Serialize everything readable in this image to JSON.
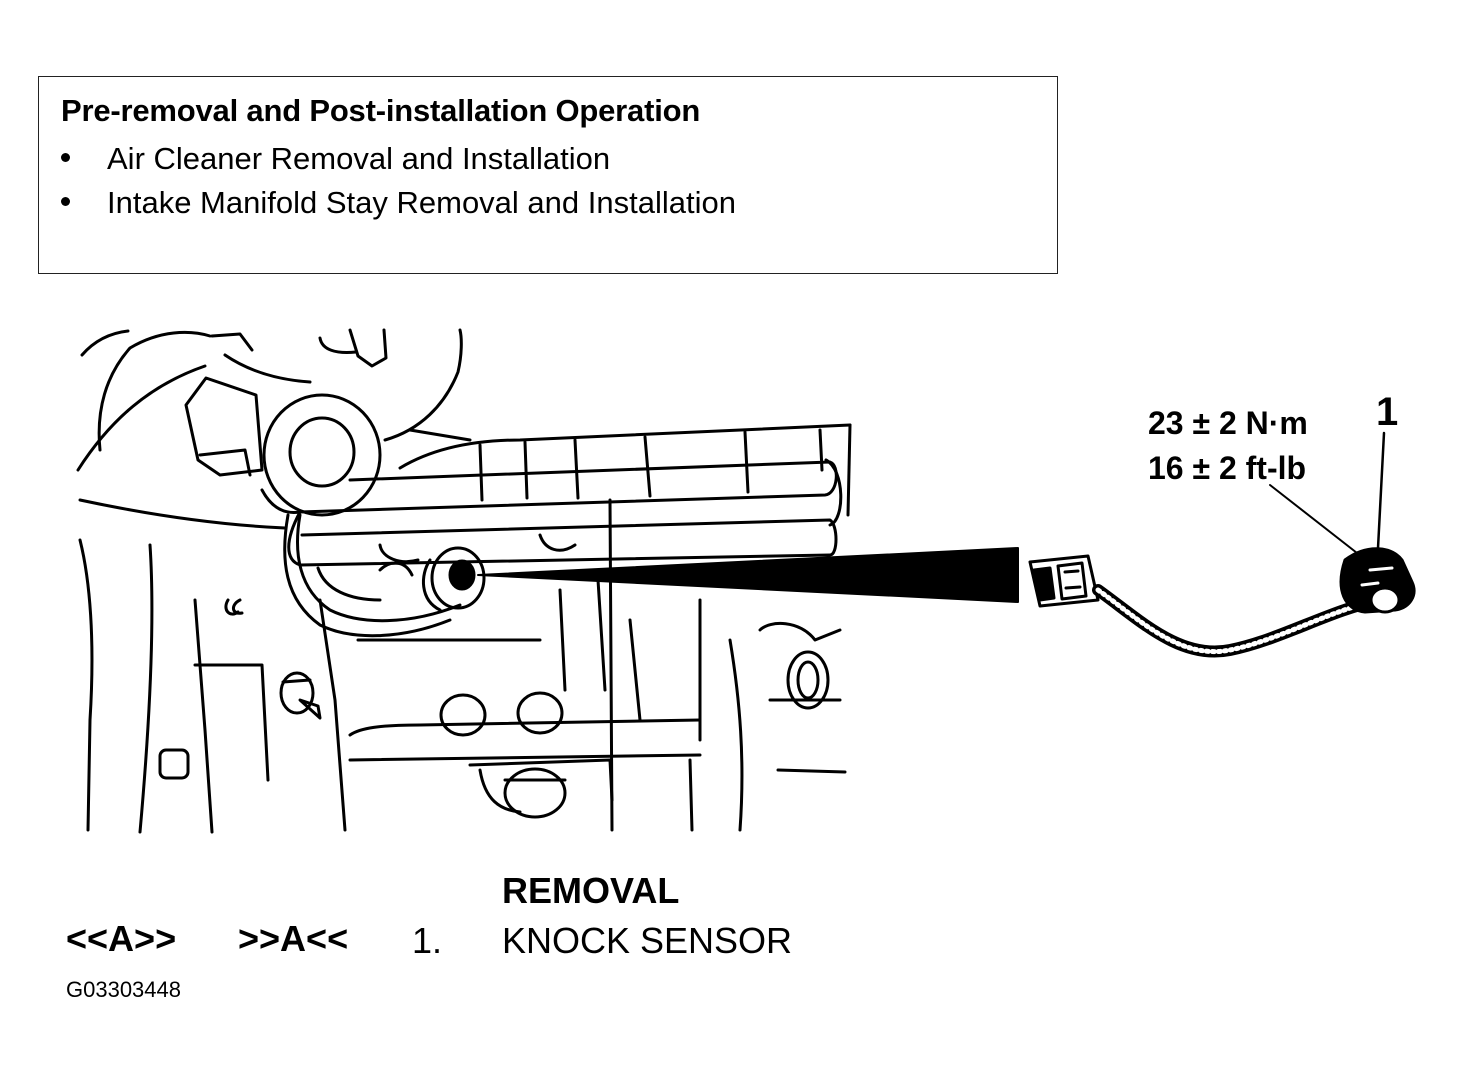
{
  "box": {
    "title": "Pre-removal and Post-installation Operation",
    "items": [
      "Air Cleaner Removal and Installation",
      "Intake Manifold Stay Removal and Installation"
    ]
  },
  "torque": {
    "metric": "23 ± 2 N·m",
    "imperial": "16 ± 2 ft-lb"
  },
  "callout_number": "1",
  "caption": {
    "heading": "REMOVAL",
    "removal_mark": "<<A>>",
    "install_mark": ">>A<<",
    "item_number": "1.",
    "item_name": "KNOCK SENSOR"
  },
  "figure_code": "G03303448"
}
